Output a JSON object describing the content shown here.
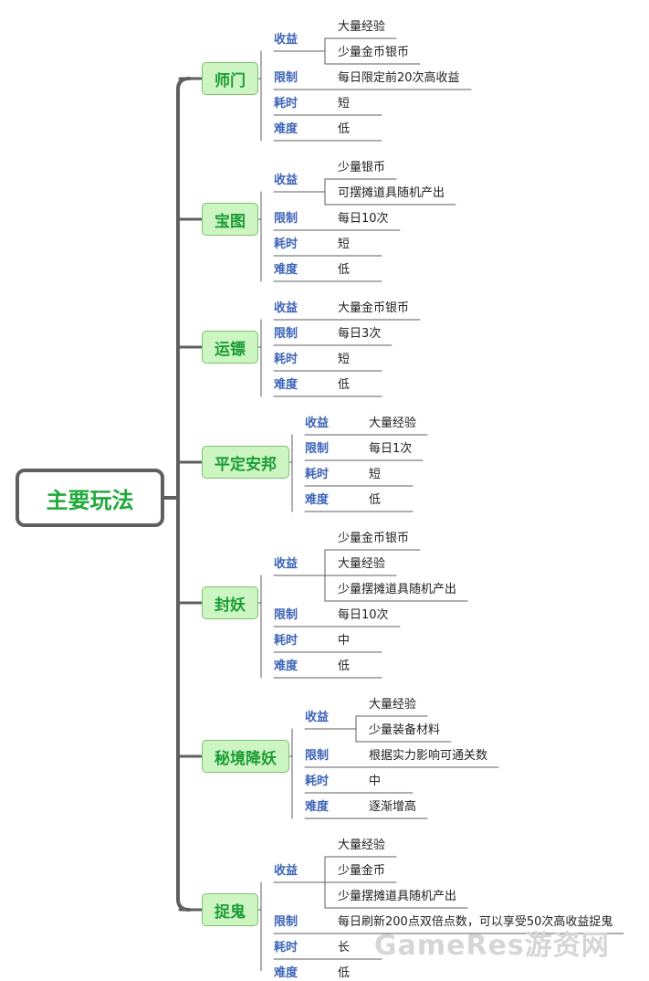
{
  "root": {
    "title": "主要玩法"
  },
  "branches": [
    {
      "name": "师门",
      "attrs": [
        {
          "label": "收益",
          "values": [
            "大量经验",
            "少量金币银币"
          ]
        },
        {
          "label": "限制",
          "values": [
            "每日限定前20次高收益"
          ]
        },
        {
          "label": "耗时",
          "values": [
            "短"
          ]
        },
        {
          "label": "难度",
          "values": [
            "低"
          ]
        }
      ]
    },
    {
      "name": "宝图",
      "attrs": [
        {
          "label": "收益",
          "values": [
            "少量银币",
            "可摆摊道具随机产出"
          ]
        },
        {
          "label": "限制",
          "values": [
            "每日10次"
          ]
        },
        {
          "label": "耗时",
          "values": [
            "短"
          ]
        },
        {
          "label": "难度",
          "values": [
            "低"
          ]
        }
      ]
    },
    {
      "name": "运镖",
      "attrs": [
        {
          "label": "收益",
          "values": [
            "大量金币银币"
          ]
        },
        {
          "label": "限制",
          "values": [
            "每日3次"
          ]
        },
        {
          "label": "耗时",
          "values": [
            "短"
          ]
        },
        {
          "label": "难度",
          "values": [
            "低"
          ]
        }
      ]
    },
    {
      "name": "平定安邦",
      "attrs": [
        {
          "label": "收益",
          "values": [
            "大量经验"
          ]
        },
        {
          "label": "限制",
          "values": [
            "每日1次"
          ]
        },
        {
          "label": "耗时",
          "values": [
            "短"
          ]
        },
        {
          "label": "难度",
          "values": [
            "低"
          ]
        }
      ]
    },
    {
      "name": "封妖",
      "attrs": [
        {
          "label": "收益",
          "values": [
            "少量金币银币",
            "大量经验",
            "少量摆摊道具随机产出"
          ]
        },
        {
          "label": "限制",
          "values": [
            "每日10次"
          ]
        },
        {
          "label": "耗时",
          "values": [
            "中"
          ]
        },
        {
          "label": "难度",
          "values": [
            "低"
          ]
        }
      ]
    },
    {
      "name": "秘境降妖",
      "attrs": [
        {
          "label": "收益",
          "values": [
            "大量经验",
            "少量装备材料"
          ]
        },
        {
          "label": "限制",
          "values": [
            "根据实力影响可通关数"
          ]
        },
        {
          "label": "耗时",
          "values": [
            "中"
          ]
        },
        {
          "label": "难度",
          "values": [
            "逐渐增高"
          ]
        }
      ]
    },
    {
      "name": "捉鬼",
      "attrs": [
        {
          "label": "收益",
          "values": [
            "大量经验",
            "少量金币",
            "少量摆摊道具随机产出"
          ]
        },
        {
          "label": "限制",
          "values": [
            "每日刷新200点双倍点数，可以享受50次高收益捉鬼"
          ]
        },
        {
          "label": "耗时",
          "values": [
            "长"
          ]
        },
        {
          "label": "难度",
          "values": [
            "低"
          ]
        }
      ]
    }
  ],
  "watermark": "GameRes游资网",
  "colors": {
    "root_text": "#1fa93a",
    "root_border": "#5f5f5f",
    "node_fill": "#ccf5c2",
    "node_border": "#7cbf6e",
    "node_text": "#1c9d35",
    "label_text": "#3d64b8",
    "value_text": "#222222",
    "line": "#5f5f5f"
  }
}
